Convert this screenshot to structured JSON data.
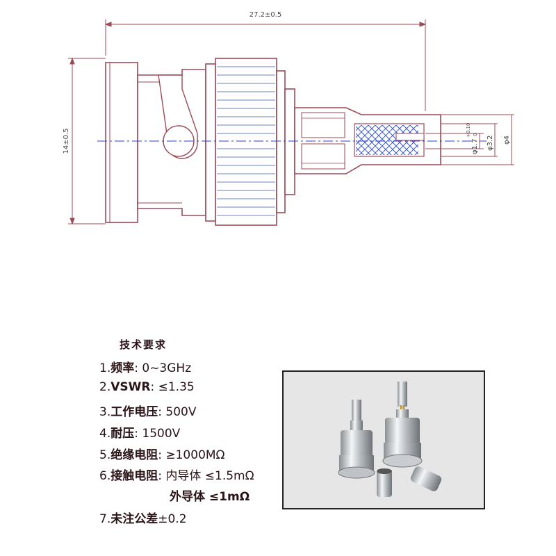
{
  "dimensions": {
    "overall_length": "27.2±0.5",
    "overall_height": "14±0.5",
    "pin_diameter_main": "φ1.7",
    "pin_diameter_tol": "+0.10",
    "pin_diameter_tol_low": "0",
    "ferrule_inner": "φ3.2",
    "ferrule_outer": "φ4"
  },
  "specs": {
    "title": "技术要求",
    "items": [
      {
        "num": "1.",
        "label": "频率",
        "sep": ":",
        "value": " 0~3GHz"
      },
      {
        "num": "2.",
        "label": "VSWR",
        "sep": ":",
        "value": " ≤1.35"
      },
      {
        "num": "3.",
        "label": "工作电压",
        "sep": ":",
        "value": " 500V"
      },
      {
        "num": "4.",
        "label": "耐压",
        "sep": ":",
        "value": " 1500V"
      },
      {
        "num": "5.",
        "label": "绝缘电阻",
        "sep": ":",
        "value": " ≥1000MΩ"
      },
      {
        "num": "6.",
        "label": "接触电阻",
        "sep": ":",
        "value": " 内导体 ≤1.5mΩ"
      },
      {
        "num": "",
        "label": "",
        "sep": "",
        "value": "外导体 ≤1mΩ"
      },
      {
        "num": "7.",
        "label": "未注公差",
        "sep": "",
        "value": "±0.2"
      }
    ]
  },
  "colors": {
    "outline": "#9b4a56",
    "knurl": "#6a82c8",
    "mesh": "#3a5ac8",
    "centerline": "#2b3fd0"
  }
}
